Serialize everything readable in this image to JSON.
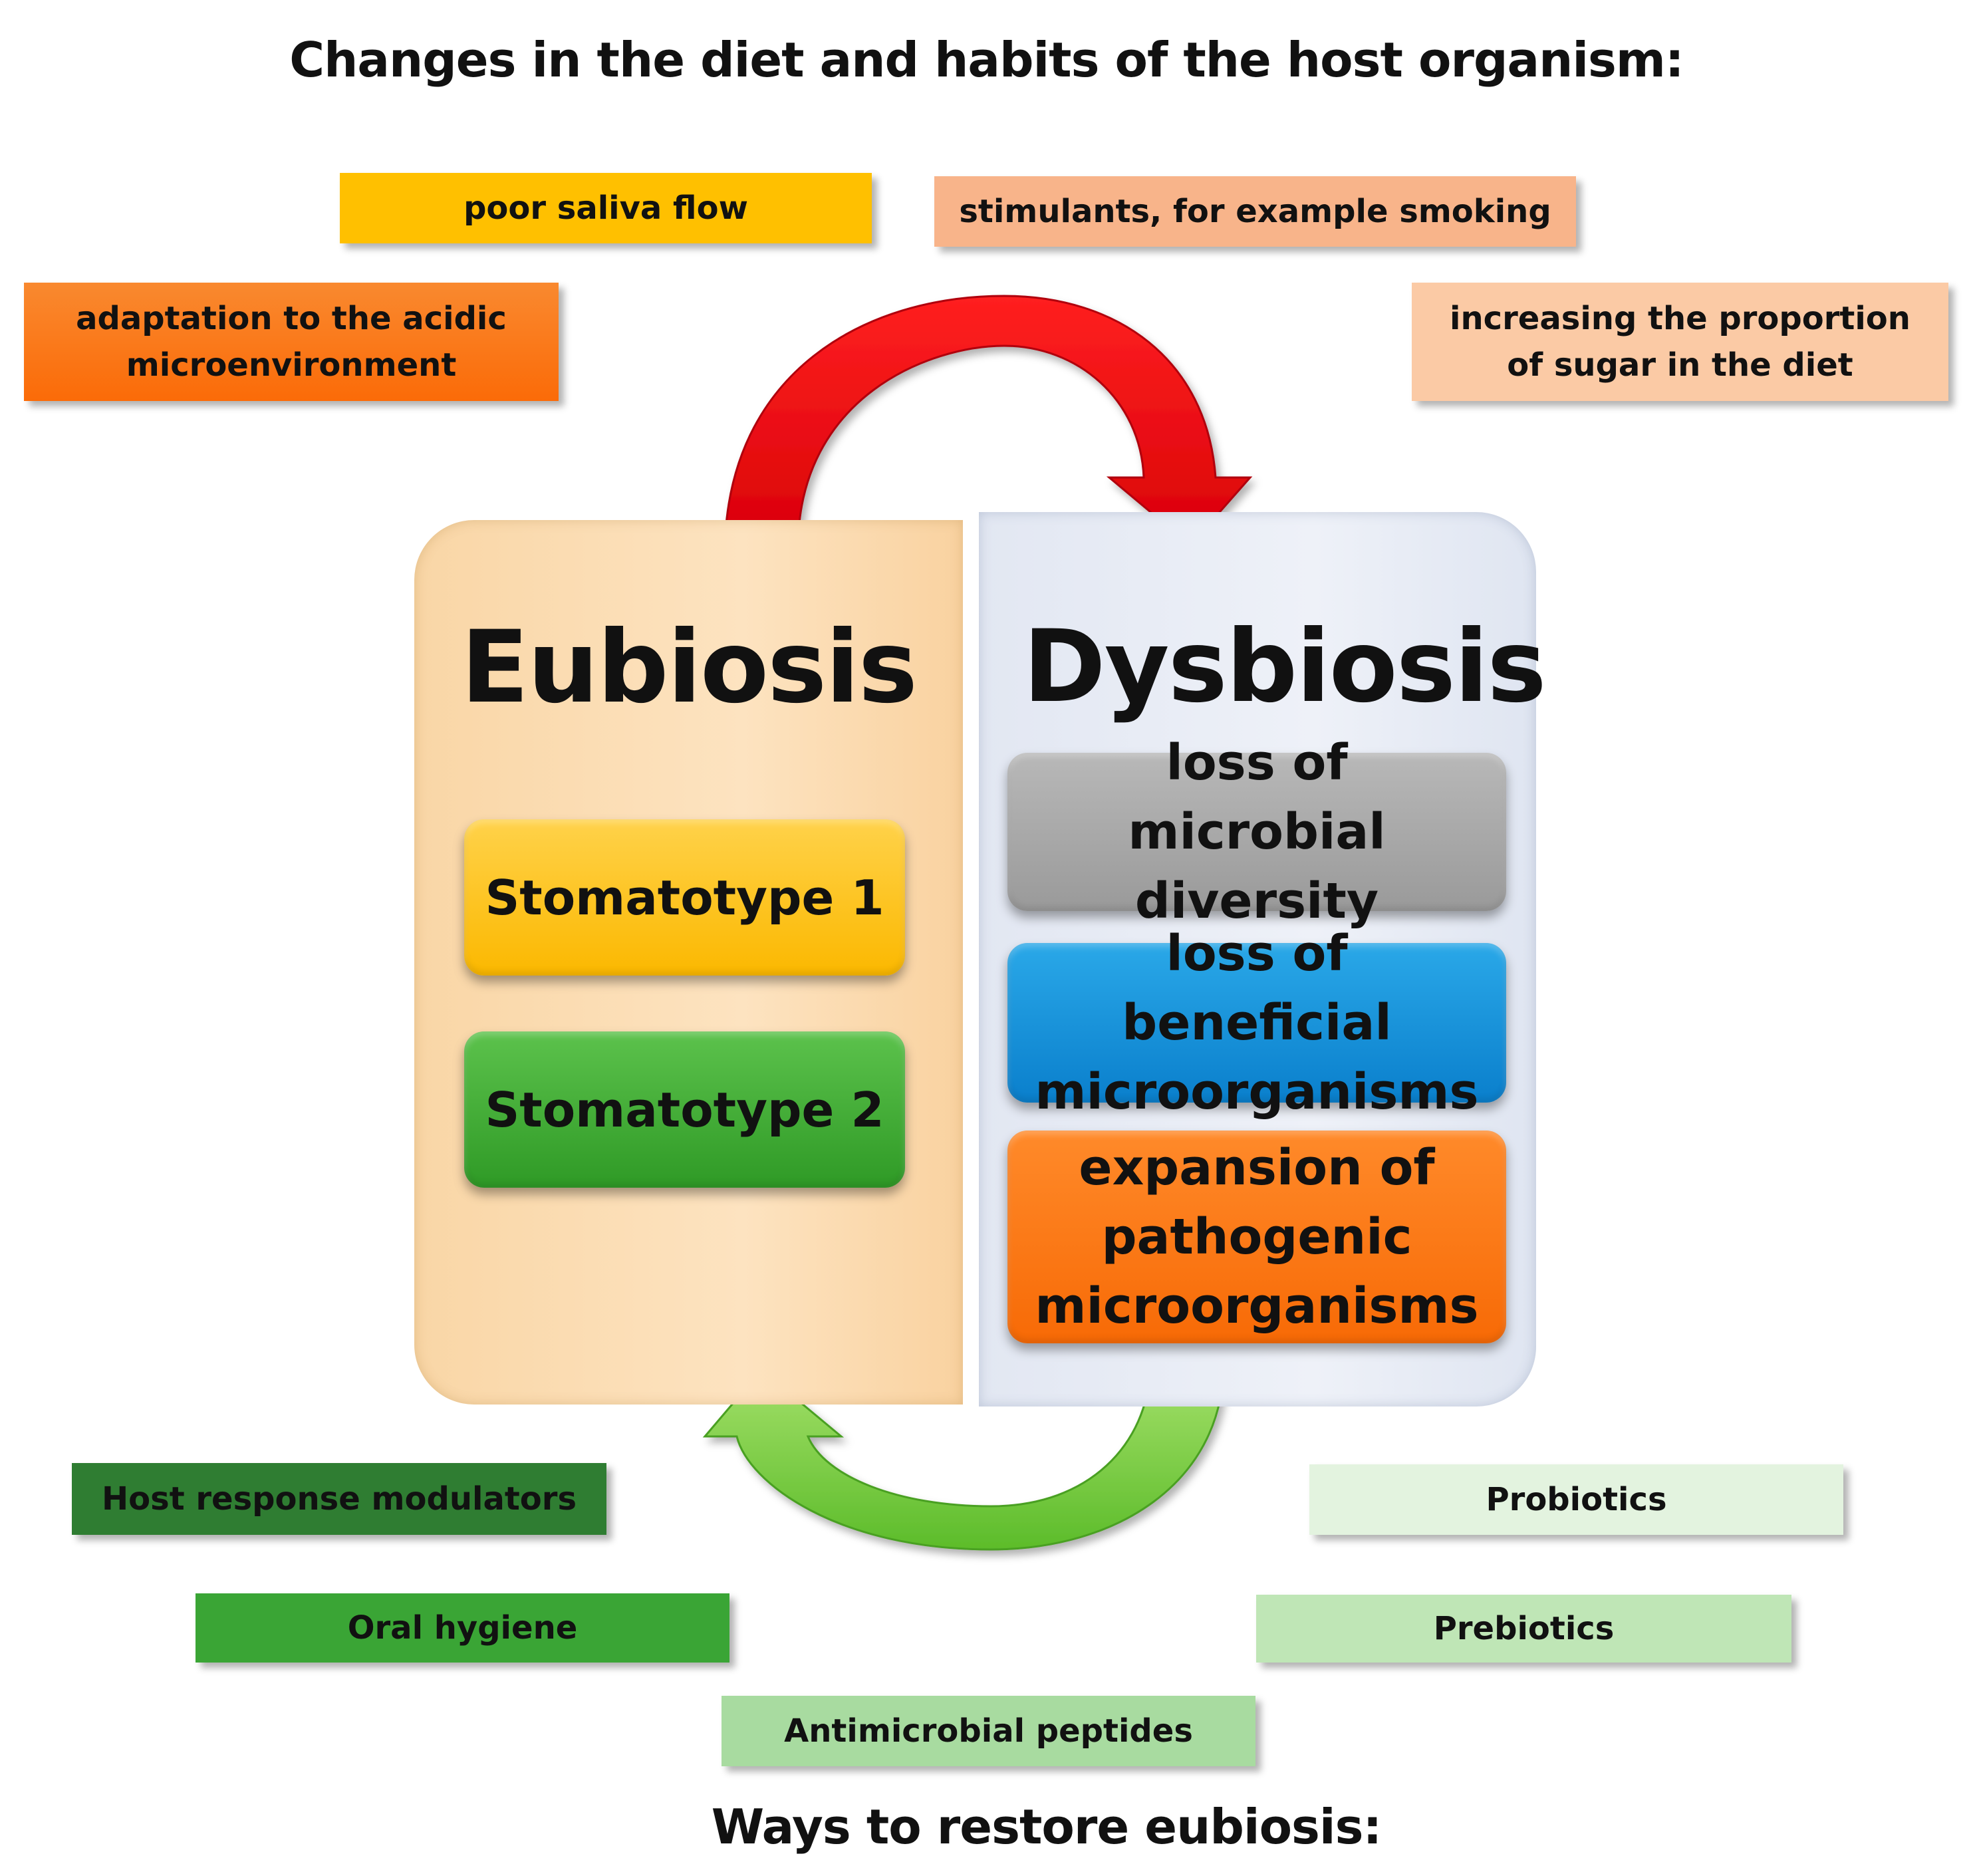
{
  "top_heading": "Changes in the diet and habits of the host organism:",
  "bottom_heading": "Ways to restore eubiosis:",
  "factors": {
    "poor_saliva": "poor saliva flow",
    "stimulants": "stimulants, for example smoking",
    "acidic": "adaptation to the acidic microenvironment",
    "sugar": "increasing the proportion of sugar in the diet"
  },
  "eubiosis": {
    "title": "Eubiosis",
    "stomatotype1": "Stomatotype 1",
    "stomatotype2": "Stomatotype 2"
  },
  "dysbiosis": {
    "title": "Dysbiosis",
    "diversity": "loss of microbial diversity",
    "beneficial": "loss of beneficial microorganisms",
    "pathogenic": "expansion of pathogenic microorganisms"
  },
  "remedies": {
    "host_response": "Host response modulators",
    "oral_hygiene": "Oral hygiene",
    "antimicrobial": "Antimicrobial peptides",
    "probiotics": "Probiotics",
    "prebiotics": "Prebiotics"
  },
  "colors": {
    "forward_arrow": "#e8050d",
    "return_arrow": "#7ccc3c",
    "eubiosis_panel": "#fbd9ab",
    "dysbiosis_panel": "#e4e9f3"
  }
}
